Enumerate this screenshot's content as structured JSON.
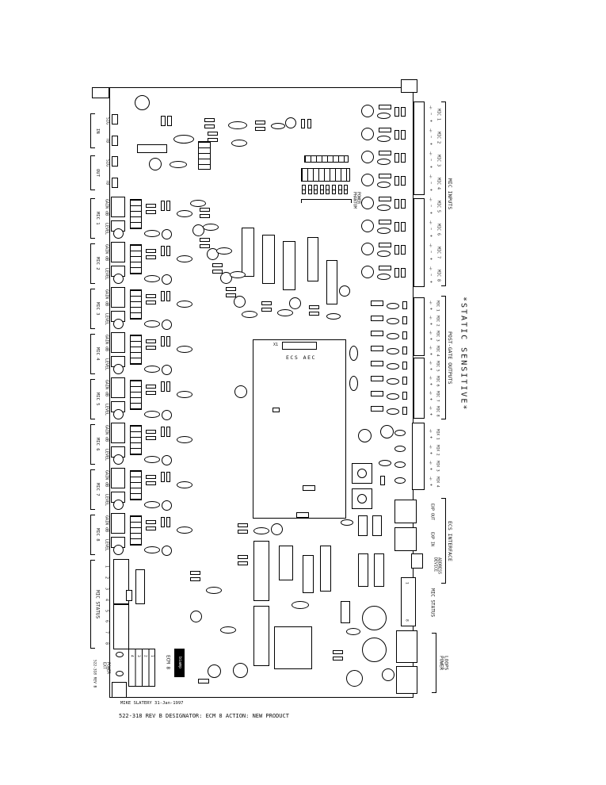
{
  "page": {
    "footer_author": "MIKE SLATERY 31-Jan-1997",
    "footer_title": "522-318 REV B DESIGNATOR: ECM 8 ACTION: NEW PRODUCT",
    "static_warning": "*STATIC SENSITIVE*"
  },
  "board": {
    "name": "ECM 8",
    "logo": "biamp",
    "part_code": "522-318 REV B",
    "ecs_module": "ECS AEC",
    "x1_label": "X1",
    "phantom_label": "PHANTOM\nPOWER"
  },
  "left_edge": {
    "line_io": [
      {
        "name": "IN",
        "pin_top": "SIG",
        "pin_bottom": "TB"
      },
      {
        "name": "OUT",
        "pin_top": "SIG",
        "pin_bottom": "TB"
      }
    ],
    "channels": [
      {
        "name": "MIC 1",
        "top": "GAIN dB",
        "bottom": "LEVEL"
      },
      {
        "name": "MIC 2",
        "top": "GAIN dB",
        "bottom": "LEVEL"
      },
      {
        "name": "MIC 3",
        "top": "GAIN dB",
        "bottom": "LEVEL"
      },
      {
        "name": "MIC 4",
        "top": "GAIN dB",
        "bottom": "LEVEL"
      },
      {
        "name": "MIC 5",
        "top": "GAIN dB",
        "bottom": "LEVEL"
      },
      {
        "name": "MIC 6",
        "top": "GAIN dB",
        "bottom": "LEVEL"
      },
      {
        "name": "MIC 7",
        "top": "GAIN dB",
        "bottom": "LEVEL"
      },
      {
        "name": "MIC 8",
        "top": "GAIN dB",
        "bottom": "LEVEL"
      }
    ],
    "mic_status": {
      "title": "MIC STATUS",
      "pins": [
        "1",
        "2",
        "3",
        "4",
        "5",
        "6",
        "7",
        "8"
      ]
    },
    "ext_power": {
      "label": "EXT\nPOWER",
      "pins": [
        "4",
        "3",
        "2",
        "1"
      ]
    }
  },
  "right_edge": {
    "mic_inputs": {
      "title": "MIC INPUTS",
      "terminals": [
        "⏚",
        "−",
        "+"
      ],
      "channels": [
        "MIC 1",
        "MIC 2",
        "MIC 3",
        "MIC 4",
        "MIC 5",
        "MIC 6",
        "MIC 7",
        "MIC 8"
      ]
    },
    "post_gate": {
      "title": "POST-GATE OUTPUTS",
      "terminals": [
        "⏚",
        "+"
      ],
      "channels": [
        "MIC 1",
        "MIC 2",
        "MIC 3",
        "MIC 4",
        "MIC 5",
        "MIC 6",
        "MIC 7",
        "MIC 8"
      ]
    },
    "mix_outputs": {
      "terminals": [
        "⏚",
        "+"
      ],
      "channels": [
        "MIX 1",
        "MIX 2",
        "MIX 3",
        "MIX 4"
      ]
    },
    "ecs_interface": {
      "title": "ECS INTERFACE",
      "port_out": "EXP OUT",
      "port_in": "EXP IN",
      "address_label": "DEVICE\nADDRESS"
    },
    "mic_status": {
      "title": "MIC STATUS",
      "pin_first": "1",
      "pin_last": "8"
    },
    "power_loops": {
      "title": "POWER\nLOOPS"
    }
  }
}
